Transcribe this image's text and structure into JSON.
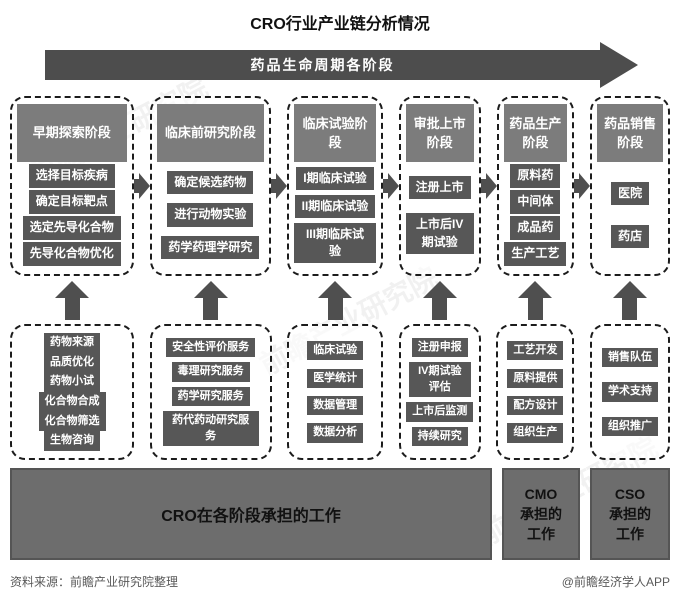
{
  "title": "CRO行业产业链分析情况",
  "main_arrow": {
    "label": "药品生命周期各阶段"
  },
  "stages": [
    {
      "name": "早期探索阶段",
      "items": [
        "选择目标疾病",
        "确定目标靶点",
        "选定先导化合物",
        "先导化合物优化"
      ],
      "services": [
        "药物来源",
        "品质优化",
        "药物小试",
        "化合物合成",
        "化合物筛选",
        "生物咨询"
      ]
    },
    {
      "name": "临床前研究阶段",
      "items": [
        "确定候选药物",
        "进行动物实验",
        "药学药理学研究"
      ],
      "services": [
        "安全性评价服务",
        "毒理研究服务",
        "药学研究服务",
        "药代药动研究服务"
      ]
    },
    {
      "name": "临床试验阶段",
      "items": [
        "I期临床试验",
        "II期临床试验",
        "III期临床试验"
      ],
      "services": [
        "临床试验",
        "医学统计",
        "数据管理",
        "数据分析"
      ]
    },
    {
      "name": "审批上市阶段",
      "items": [
        "注册上市",
        "上市后IV期试验"
      ],
      "services": [
        "注册申报",
        "IV期试验评估",
        "上市后监测",
        "持续研究"
      ]
    },
    {
      "name": "药品生产阶段",
      "items": [
        "原料药",
        "中间体",
        "成品药",
        "生产工艺"
      ],
      "services": [
        "工艺开发",
        "原料提供",
        "配方设计",
        "组织生产"
      ]
    },
    {
      "name": "药品销售阶段",
      "items": [
        "医院",
        "药店"
      ],
      "services": [
        "销售队伍",
        "学术支持",
        "组织推广"
      ]
    }
  ],
  "responsibilities": {
    "cro": "CRO在各阶段承担的工作",
    "cmo": [
      "CMO",
      "承担的",
      "工作"
    ],
    "cso": [
      "CSO",
      "承担的",
      "工作"
    ]
  },
  "footer": {
    "source": "资料来源：前瞻产业研究院整理",
    "credit": "@前瞻经济学人APP"
  },
  "watermark": "前瞻产业研究院",
  "colors": {
    "stage_header_bg": "#7c7c7c",
    "item_bg": "#575757",
    "arrow": "#4f4f4f",
    "responsibility_bg": "#6d6d6d"
  }
}
